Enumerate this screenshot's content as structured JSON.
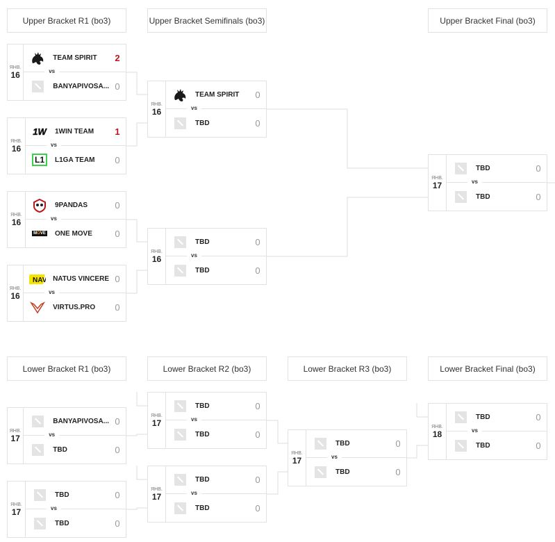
{
  "headers": {
    "ub_r1": "Upper Bracket R1 (bo3)",
    "ub_sf": "Upper Bracket Semifinals (bo3)",
    "ub_f": "Upper Bracket Final (bo3)",
    "lb_r1": "Lower Bracket R1 (bo3)",
    "lb_r2": "Lower Bracket R2 (bo3)",
    "lb_r3": "Lower Bracket R3 (bo3)",
    "lb_f": "Lower Bracket Final (bo3)"
  },
  "vs_label": "vs",
  "colors": {
    "win": "#b8151b",
    "border": "#e2e2e2"
  },
  "matches": [
    {
      "id": "ub-r1-1",
      "month": "ЯНВ.",
      "day": "16",
      "teams": [
        {
          "name": "TEAM SPIRIT",
          "score": "2",
          "win": true,
          "logo": "spirit"
        },
        {
          "name": "BANYAPIVOSA...",
          "score": "0",
          "logo": "placeholder"
        }
      ]
    },
    {
      "id": "ub-r1-2",
      "month": "ЯНВ.",
      "day": "16",
      "teams": [
        {
          "name": "1WIN TEAM",
          "score": "1",
          "win": true,
          "logo": "1win"
        },
        {
          "name": "L1GA TEAM",
          "score": "0",
          "logo": "l1ga"
        }
      ]
    },
    {
      "id": "ub-r1-3",
      "month": "ЯНВ.",
      "day": "16",
      "teams": [
        {
          "name": "9PANDAS",
          "score": "0",
          "logo": "9pandas"
        },
        {
          "name": "ONE MOVE",
          "score": "0",
          "logo": "onemove"
        }
      ]
    },
    {
      "id": "ub-r1-4",
      "month": "ЯНВ.",
      "day": "16",
      "teams": [
        {
          "name": "NATUS VINCERE",
          "score": "0",
          "logo": "navi"
        },
        {
          "name": "VIRTUS.PRO",
          "score": "0",
          "logo": "vp"
        }
      ]
    },
    {
      "id": "ub-sf-1",
      "month": "ЯНВ.",
      "day": "16",
      "teams": [
        {
          "name": "TEAM SPIRIT",
          "score": "0",
          "logo": "spirit"
        },
        {
          "name": "TBD",
          "score": "0",
          "logo": "placeholder"
        }
      ]
    },
    {
      "id": "ub-sf-2",
      "month": "ЯНВ.",
      "day": "16",
      "teams": [
        {
          "name": "TBD",
          "score": "0",
          "logo": "placeholder"
        },
        {
          "name": "TBD",
          "score": "0",
          "logo": "placeholder"
        }
      ]
    },
    {
      "id": "ub-f",
      "month": "ЯНВ.",
      "day": "17",
      "teams": [
        {
          "name": "TBD",
          "score": "0",
          "logo": "placeholder"
        },
        {
          "name": "TBD",
          "score": "0",
          "logo": "placeholder"
        }
      ]
    },
    {
      "id": "lb-r1-1",
      "month": "ЯНВ.",
      "day": "17",
      "teams": [
        {
          "name": "BANYAPIVOSA...",
          "score": "0",
          "logo": "placeholder"
        },
        {
          "name": "TBD",
          "score": "0",
          "logo": "placeholder"
        }
      ]
    },
    {
      "id": "lb-r1-2",
      "month": "ЯНВ.",
      "day": "17",
      "teams": [
        {
          "name": "TBD",
          "score": "0",
          "logo": "placeholder"
        },
        {
          "name": "TBD",
          "score": "0",
          "logo": "placeholder"
        }
      ]
    },
    {
      "id": "lb-r2-1",
      "month": "ЯНВ.",
      "day": "17",
      "teams": [
        {
          "name": "TBD",
          "score": "0",
          "logo": "placeholder"
        },
        {
          "name": "TBD",
          "score": "0",
          "logo": "placeholder"
        }
      ]
    },
    {
      "id": "lb-r2-2",
      "month": "ЯНВ.",
      "day": "17",
      "teams": [
        {
          "name": "TBD",
          "score": "0",
          "logo": "placeholder"
        },
        {
          "name": "TBD",
          "score": "0",
          "logo": "placeholder"
        }
      ]
    },
    {
      "id": "lb-r3",
      "month": "ЯНВ.",
      "day": "17",
      "teams": [
        {
          "name": "TBD",
          "score": "0",
          "logo": "placeholder"
        },
        {
          "name": "TBD",
          "score": "0",
          "logo": "placeholder"
        }
      ]
    },
    {
      "id": "lb-f",
      "month": "ЯНВ.",
      "day": "18",
      "teams": [
        {
          "name": "TBD",
          "score": "0",
          "logo": "placeholder"
        },
        {
          "name": "TBD",
          "score": "0",
          "logo": "placeholder"
        }
      ]
    }
  ]
}
